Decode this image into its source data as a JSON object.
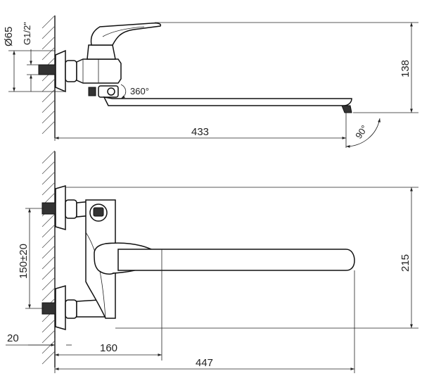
{
  "dimensions": {
    "diameter": "Ø65",
    "thread": "G1/2\"",
    "height_top": "138",
    "rotation": "360°",
    "length_top": "433",
    "angle": "90°",
    "center_distance": "150±20",
    "height_bottom": "215",
    "wall_offset": "20",
    "handle_reach": "160",
    "length_bottom": "447"
  }
}
